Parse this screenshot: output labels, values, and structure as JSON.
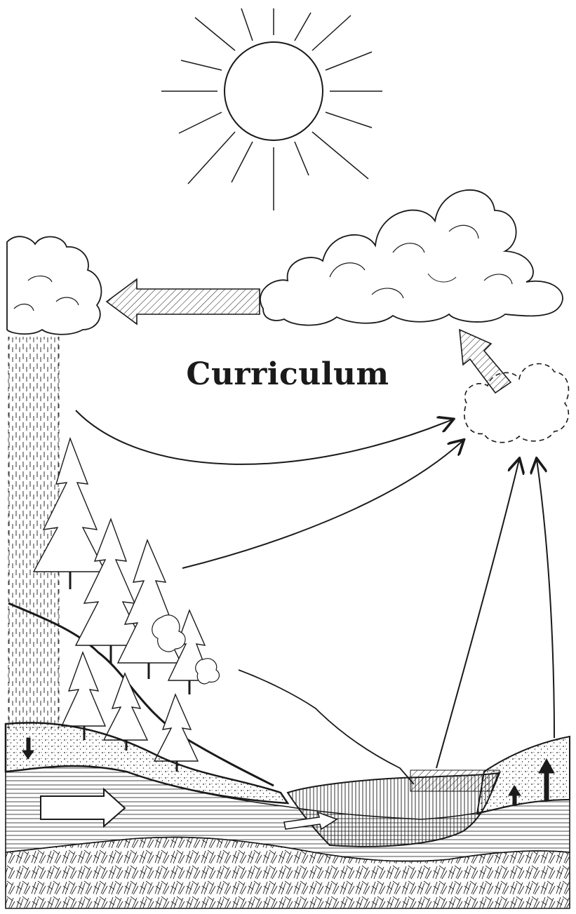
{
  "diagram": {
    "title": "Curriculum",
    "ink_color": "#1a1a1a",
    "paper_color": "#ffffff",
    "elements": [
      "sun-icon",
      "cloud-icon",
      "rain-column",
      "forest-icon",
      "lake-icon",
      "soil-layers",
      "bedrock",
      "flow-arrows"
    ]
  }
}
